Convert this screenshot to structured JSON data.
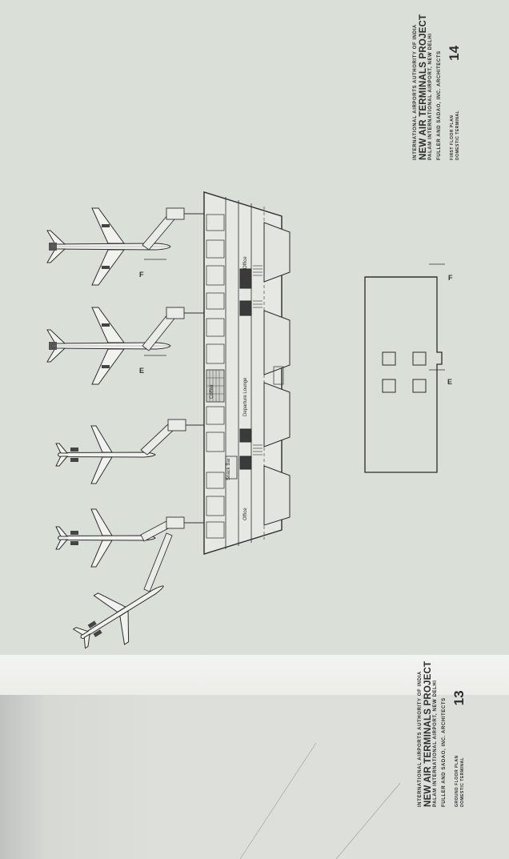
{
  "sheets": [
    {
      "authority": "INTERNATIONAL AIRPORTS AUTHORITY OF INDIA",
      "project": "NEW AIR TERMINALS PROJECT",
      "airport": "PALAM INTERNATIONAL AIRPORT, NEW DELHI",
      "architects": "FULLER AND SADAO, INC. ARCHITECTS",
      "plan_title": "FIRST FLOOR PLAN",
      "terminal": "DOMESTIC TERMINAL",
      "sheet_number": "14"
    },
    {
      "authority": "INTERNATIONAL AIRPORTS AUTHORITY OF INDIA",
      "project": "NEW AIR TERMINALS PROJECT",
      "airport": "PALAM INTERNATIONAL AIRPORT, NEW DELHI",
      "architects": "FULLER AND SADAO, INC. ARCHITECTS",
      "plan_title": "GROUND FLOOR PLAN",
      "terminal": "DOMESTIC TERMINAL",
      "sheet_number": "13"
    }
  ],
  "plan_labels": {
    "office_1": "Office",
    "office_2": "Office",
    "departure_lounge": "Departure Lounge",
    "coffee": "Coffee",
    "snack_bar": "Snack Bar"
  },
  "section_markers": [
    "F",
    "E",
    "F",
    "E"
  ]
}
